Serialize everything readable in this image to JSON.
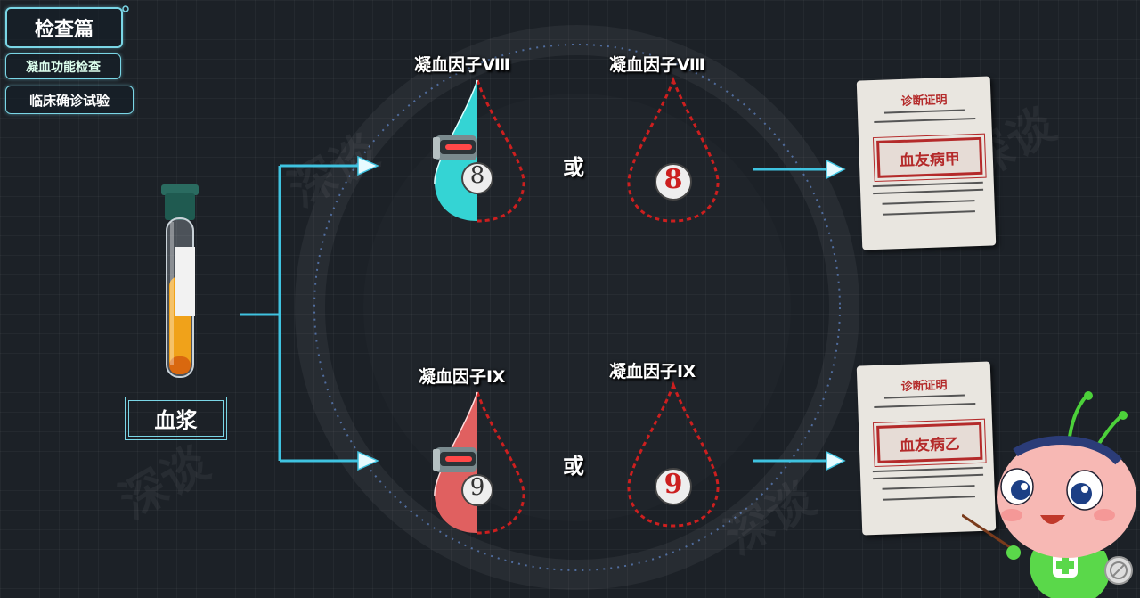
{
  "nav": {
    "title": "检查篇",
    "item1": "凝血功能检查",
    "item2": "临床确诊试验"
  },
  "sample": {
    "label": "血浆"
  },
  "top_row": {
    "label_left": "凝血因子Ⅷ",
    "label_right": "凝血因子Ⅷ",
    "number_left": "8",
    "number_right": "8",
    "or": "或"
  },
  "bottom_row": {
    "label_left": "凝血因子Ⅸ",
    "label_right": "凝血因子Ⅸ",
    "number_left": "9",
    "number_right": "9",
    "or": "或"
  },
  "certificates": {
    "top": {
      "title": "诊断证明",
      "diagnosis": "血友病甲"
    },
    "bottom": {
      "title": "诊断证明",
      "diagnosis": "血友病乙"
    }
  },
  "watermark": "深谈",
  "colors": {
    "accent": "#7ad6e6",
    "arrow": "#3fc3e0",
    "factor8": "#3ad9d9",
    "factor9": "#e05a5a",
    "dash": "#cc1f1f",
    "stamp": "#b42a2a"
  }
}
